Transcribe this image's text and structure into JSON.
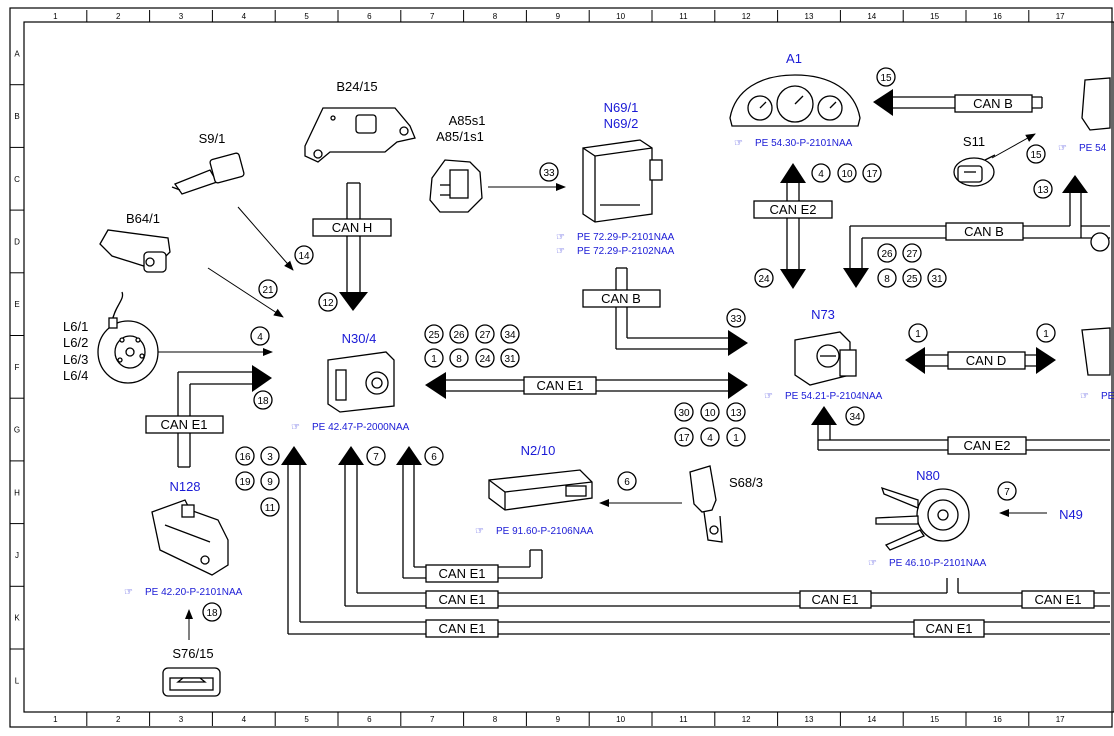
{
  "grid": {
    "columns": [
      "1",
      "2",
      "3",
      "4",
      "5",
      "6",
      "7",
      "8",
      "9",
      "10",
      "11",
      "12",
      "13",
      "14",
      "15",
      "16",
      "17"
    ],
    "rows": [
      "A",
      "B",
      "C",
      "D",
      "E",
      "F",
      "G",
      "H",
      "J",
      "K",
      "L"
    ]
  },
  "components": {
    "b24_15": "B24/15",
    "s9_1": "S9/1",
    "b64_1": "B64/1",
    "l6_1": "L6/1",
    "l6_2": "L6/2",
    "l6_3": "L6/3",
    "l6_4": "L6/4",
    "a85s1": "A85s1",
    "a85_1s1": "A85/1s1",
    "n69_1": "N69/1",
    "n69_2": "N69/2",
    "a1": "A1",
    "s11": "S11",
    "n30_4": "N30/4",
    "n73": "N73",
    "n2_10": "N2/10",
    "s68_3": "S68/3",
    "n80": "N80",
    "n49": "N49",
    "n128": "N128",
    "s76_15": "S76/15"
  },
  "references": {
    "n69_a": "PE 72.29-P-2101NAA",
    "n69_b": "PE 72.29-P-2102NAA",
    "a1": "PE 54.30-P-2101NAA",
    "right_edge_b": "PE 54",
    "n30_4": "PE 42.47-P-2000NAA",
    "n73": "PE 54.21-P-2104NAA",
    "n2_10": "PE 91.60-P-2106NAA",
    "n80": "PE 46.10-P-2101NAA",
    "n128": "PE 42.20-P-2101NAA",
    "right_edge_f": "PE"
  },
  "buses": {
    "can_h": "CAN H",
    "can_b": "CAN B",
    "can_e1": "CAN E1",
    "can_e2": "CAN E2",
    "can_d": "CAN D"
  },
  "signals": {
    "s14": "14",
    "s21": "21",
    "s4": "4",
    "s12": "12",
    "s18": "18",
    "s33": "33",
    "s15": "15",
    "s13": "13",
    "s24": "24",
    "s1": "1",
    "s34": "34",
    "s6": "6",
    "s7": "7",
    "s16": "16",
    "s3": "3",
    "s19": "19",
    "s9": "9",
    "s11": "11",
    "s25": "25",
    "s26": "26",
    "s27": "27",
    "s8": "8",
    "s31": "31",
    "s30": "30",
    "s10": "10",
    "s17": "17"
  },
  "colors": {
    "label_blue": "#1a1ad6",
    "line": "#000000",
    "background": "#ffffff"
  }
}
